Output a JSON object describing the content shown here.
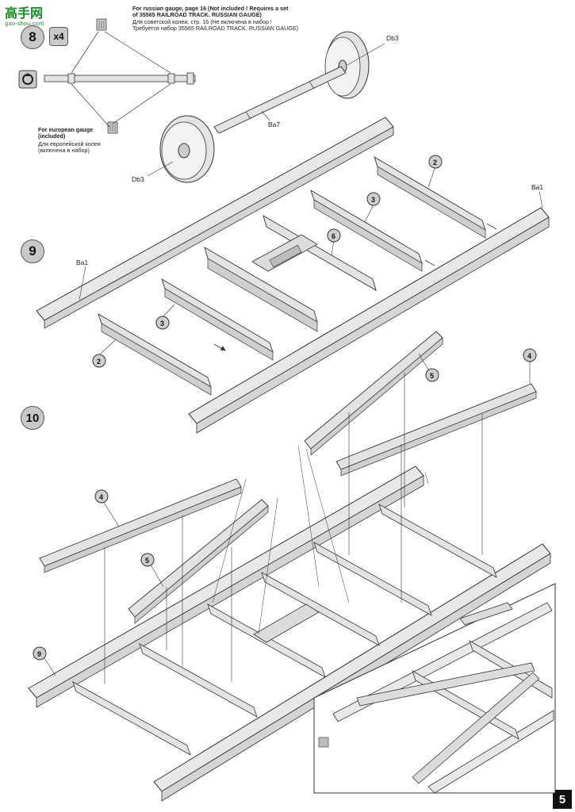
{
  "watermark": {
    "text": "高手网",
    "sub": "gao-shou.com"
  },
  "steps": {
    "step8": {
      "number": "8",
      "multiplier": "x4"
    },
    "step9": {
      "number": "9"
    },
    "step10": {
      "number": "10"
    }
  },
  "notes": {
    "russian_en_1": "For russian gauge, page 16 (Not included ! Requires a set",
    "russian_en_2": "of 35565 RAILROAD TRACK. RUSSIAN GAUGE)",
    "russian_ru_1": "Для советской колеи, стр. 16 (Не включена в набор !",
    "russian_ru_2": "Требуется набор 35565 RAILROAD TRACK. RUSSIAN GAUGE)",
    "european_en_1": "For european gauge",
    "european_en_2": "(included)",
    "european_ru_1": "Для европейской колеи",
    "european_ru_2": "(включена в набор)"
  },
  "parts": {
    "db3_a": "Db3",
    "db3_b": "Db3",
    "ba7": "Ba7",
    "ba1_a": "Ba1",
    "ba1_b": "Ba1"
  },
  "callouts": {
    "s9_2a": "2",
    "s9_3a": "3",
    "s9_6": "6",
    "s9_3b": "3",
    "s9_2b": "2",
    "s10_5a": "5",
    "s10_4a": "4",
    "s10_4b": "4",
    "s10_5b": "5",
    "s10_9": "9"
  },
  "page_number": "5",
  "colors": {
    "part_fill": "#e3e3e3",
    "outline": "#333333",
    "callout_fill": "#cfcfcf"
  }
}
